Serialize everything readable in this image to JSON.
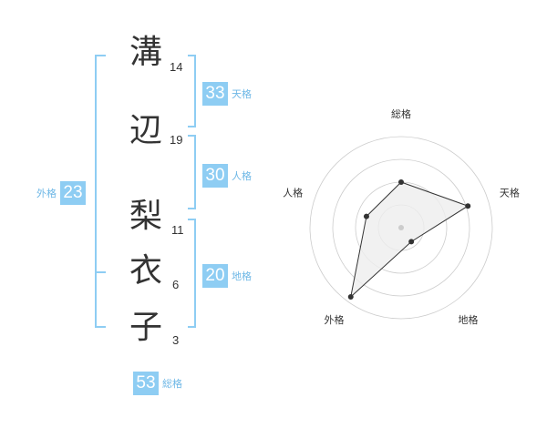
{
  "kanji": [
    {
      "char": "溝",
      "strokes": "14"
    },
    {
      "char": "辺",
      "strokes": "19"
    },
    {
      "char": "梨",
      "strokes": "11"
    },
    {
      "char": "衣",
      "strokes": "6"
    },
    {
      "char": "子",
      "strokes": "3"
    }
  ],
  "scores": {
    "tenkaku": {
      "value": "33",
      "label": "天格"
    },
    "jinkaku": {
      "value": "30",
      "label": "人格"
    },
    "chikaku": {
      "value": "20",
      "label": "地格"
    },
    "gaikaku": {
      "value": "23",
      "label": "外格"
    },
    "soukaku": {
      "value": "53",
      "label": "総格"
    }
  },
  "colors": {
    "accent": "#8ecdf3",
    "accent_text": "#6db7e6",
    "radar_fill": "#eeeeee"
  },
  "chart_data": {
    "type": "radar",
    "axes": [
      "総格",
      "天格",
      "地格",
      "外格",
      "人格"
    ],
    "values": [
      0.5,
      0.77,
      0.19,
      0.94,
      0.4
    ],
    "max": 1,
    "rings": 4,
    "grid": true
  }
}
